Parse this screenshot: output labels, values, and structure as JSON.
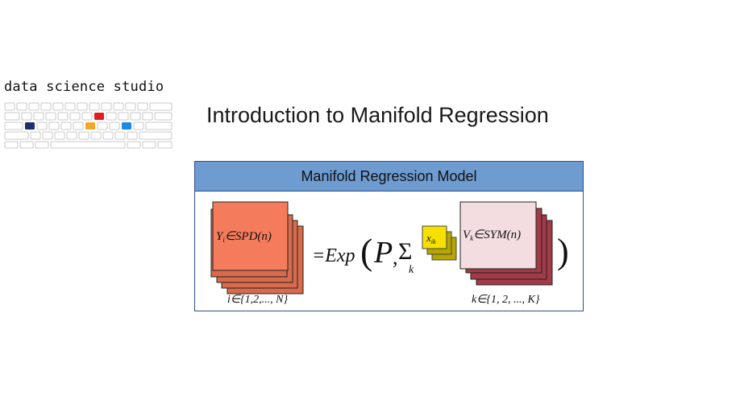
{
  "brand": {
    "text": "data science studio",
    "icon": "keyboard-logo",
    "accent_keys": [
      "#1f2e6e",
      "#e31b23",
      "#f5a623",
      "#1e88e5"
    ]
  },
  "slide": {
    "title": "Introduction to Manifold Regression"
  },
  "panel": {
    "header": "Manifold Regression Model",
    "colors": {
      "header_bg": "#6e9bd0",
      "border": "#2f4f86",
      "spd_fill": "#f47c5c",
      "spd_stack": "#d86b4b",
      "sym_fill": "#f3dde0",
      "sym_stack": "#a33a48",
      "x_fill": "#f5e000",
      "x_stack": "#b8a600"
    },
    "formula": {
      "y_label": "Y",
      "y_sub": "i",
      "y_rest": "∈SPD(n)",
      "i_range": "i∈{1,2,..., N}",
      "equals_exp": "=Exp",
      "open_paren": "(",
      "p": "P",
      "comma": ",",
      "sigma": "Σ",
      "sigma_sub": "k",
      "x_label": "x",
      "x_sub": "ik",
      "v_label": "V",
      "v_sub": "k",
      "v_rest": "∈SYM(n)",
      "k_range": "k∈{1, 2, ..., K}",
      "close_paren": ")"
    }
  }
}
